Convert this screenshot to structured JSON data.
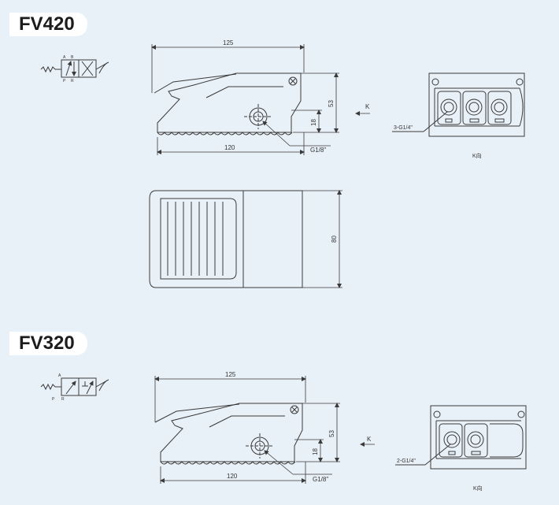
{
  "sections": [
    {
      "title": "FV420",
      "dims": {
        "overall_length": "125",
        "base_length": "120",
        "height": "53",
        "port_height": "18",
        "width": "80"
      },
      "port_label": "G1/8\"",
      "k_arrow_label": "K",
      "k_view_callout": "3-G1/4\"",
      "k_view_caption": "K向",
      "symbol_labels": {
        "a": "A",
        "b": "B",
        "p": "P",
        "r": "R"
      }
    },
    {
      "title": "FV320",
      "dims": {
        "overall_length": "125",
        "base_length": "120",
        "height": "53",
        "port_height": "18"
      },
      "port_label": "G1/8\"",
      "k_arrow_label": "K",
      "k_view_callout": "2-G1/4\"",
      "k_view_caption": "K向",
      "symbol_labels": {
        "a": "A",
        "p": "P",
        "r": "R"
      }
    }
  ],
  "colors": {
    "background": "#e9f1f8",
    "line": "#3a3a3a",
    "title_bg": "#ffffff"
  }
}
